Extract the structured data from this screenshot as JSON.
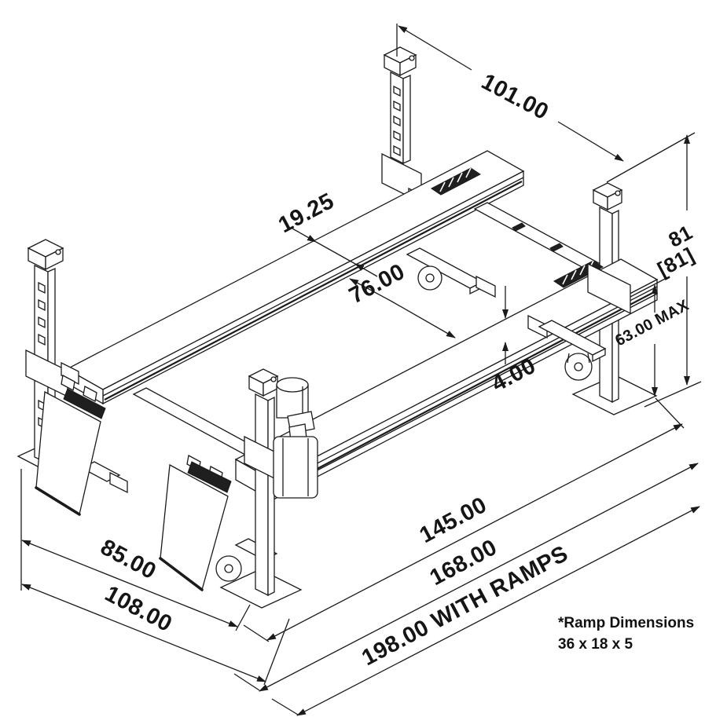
{
  "title": "Four-post lift dimension drawing",
  "colors": {
    "line": "#1b1b1b",
    "background": "#ffffff",
    "chock_fill": "#1f1f1f"
  },
  "labels": {
    "width_between_posts_top": "101.00",
    "runway_width": "19.25",
    "between_runways": "76.00",
    "rail_height": "4.00",
    "column_height": "81",
    "column_height_bracket": "[81]",
    "max_lift_height": "63.00 MAX",
    "length_wheelbase": "145.00",
    "length_overall": "168.00",
    "length_with_ramps": "198.00 WITH RAMPS",
    "width_between_posts": "85.00",
    "width_overall": "108.00"
  },
  "note": {
    "line1": "*Ramp Dimensions",
    "line2": "36 x 18 x 5"
  }
}
